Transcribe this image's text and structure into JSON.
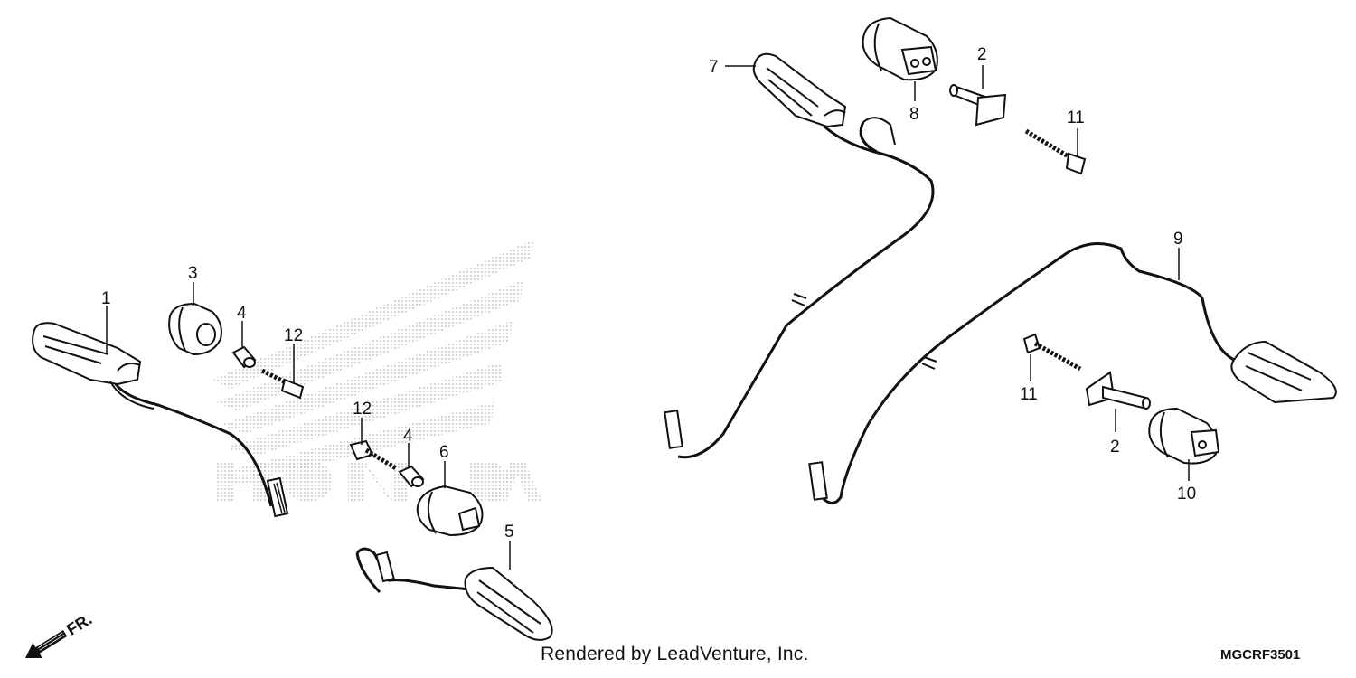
{
  "callouts": {
    "c1": "1",
    "c2a": "2",
    "c2b": "2",
    "c3": "3",
    "c4a": "4",
    "c4b": "4",
    "c5": "5",
    "c6": "6",
    "c7": "7",
    "c8": "8",
    "c9": "9",
    "c10": "10",
    "c11a": "11",
    "c11b": "11",
    "c12a": "12",
    "c12b": "12"
  },
  "direction_indicator": {
    "label": "FR.",
    "icon": "front-arrow-icon"
  },
  "footer": {
    "credit": "Rendered by LeadVenture, Inc.",
    "diagram_code": "MGCRF3501"
  },
  "watermark": {
    "logo": "honda-wing-logo",
    "text": "HONDA"
  },
  "colors": {
    "ink": "#111111",
    "watermark": "#bdbdbd"
  }
}
